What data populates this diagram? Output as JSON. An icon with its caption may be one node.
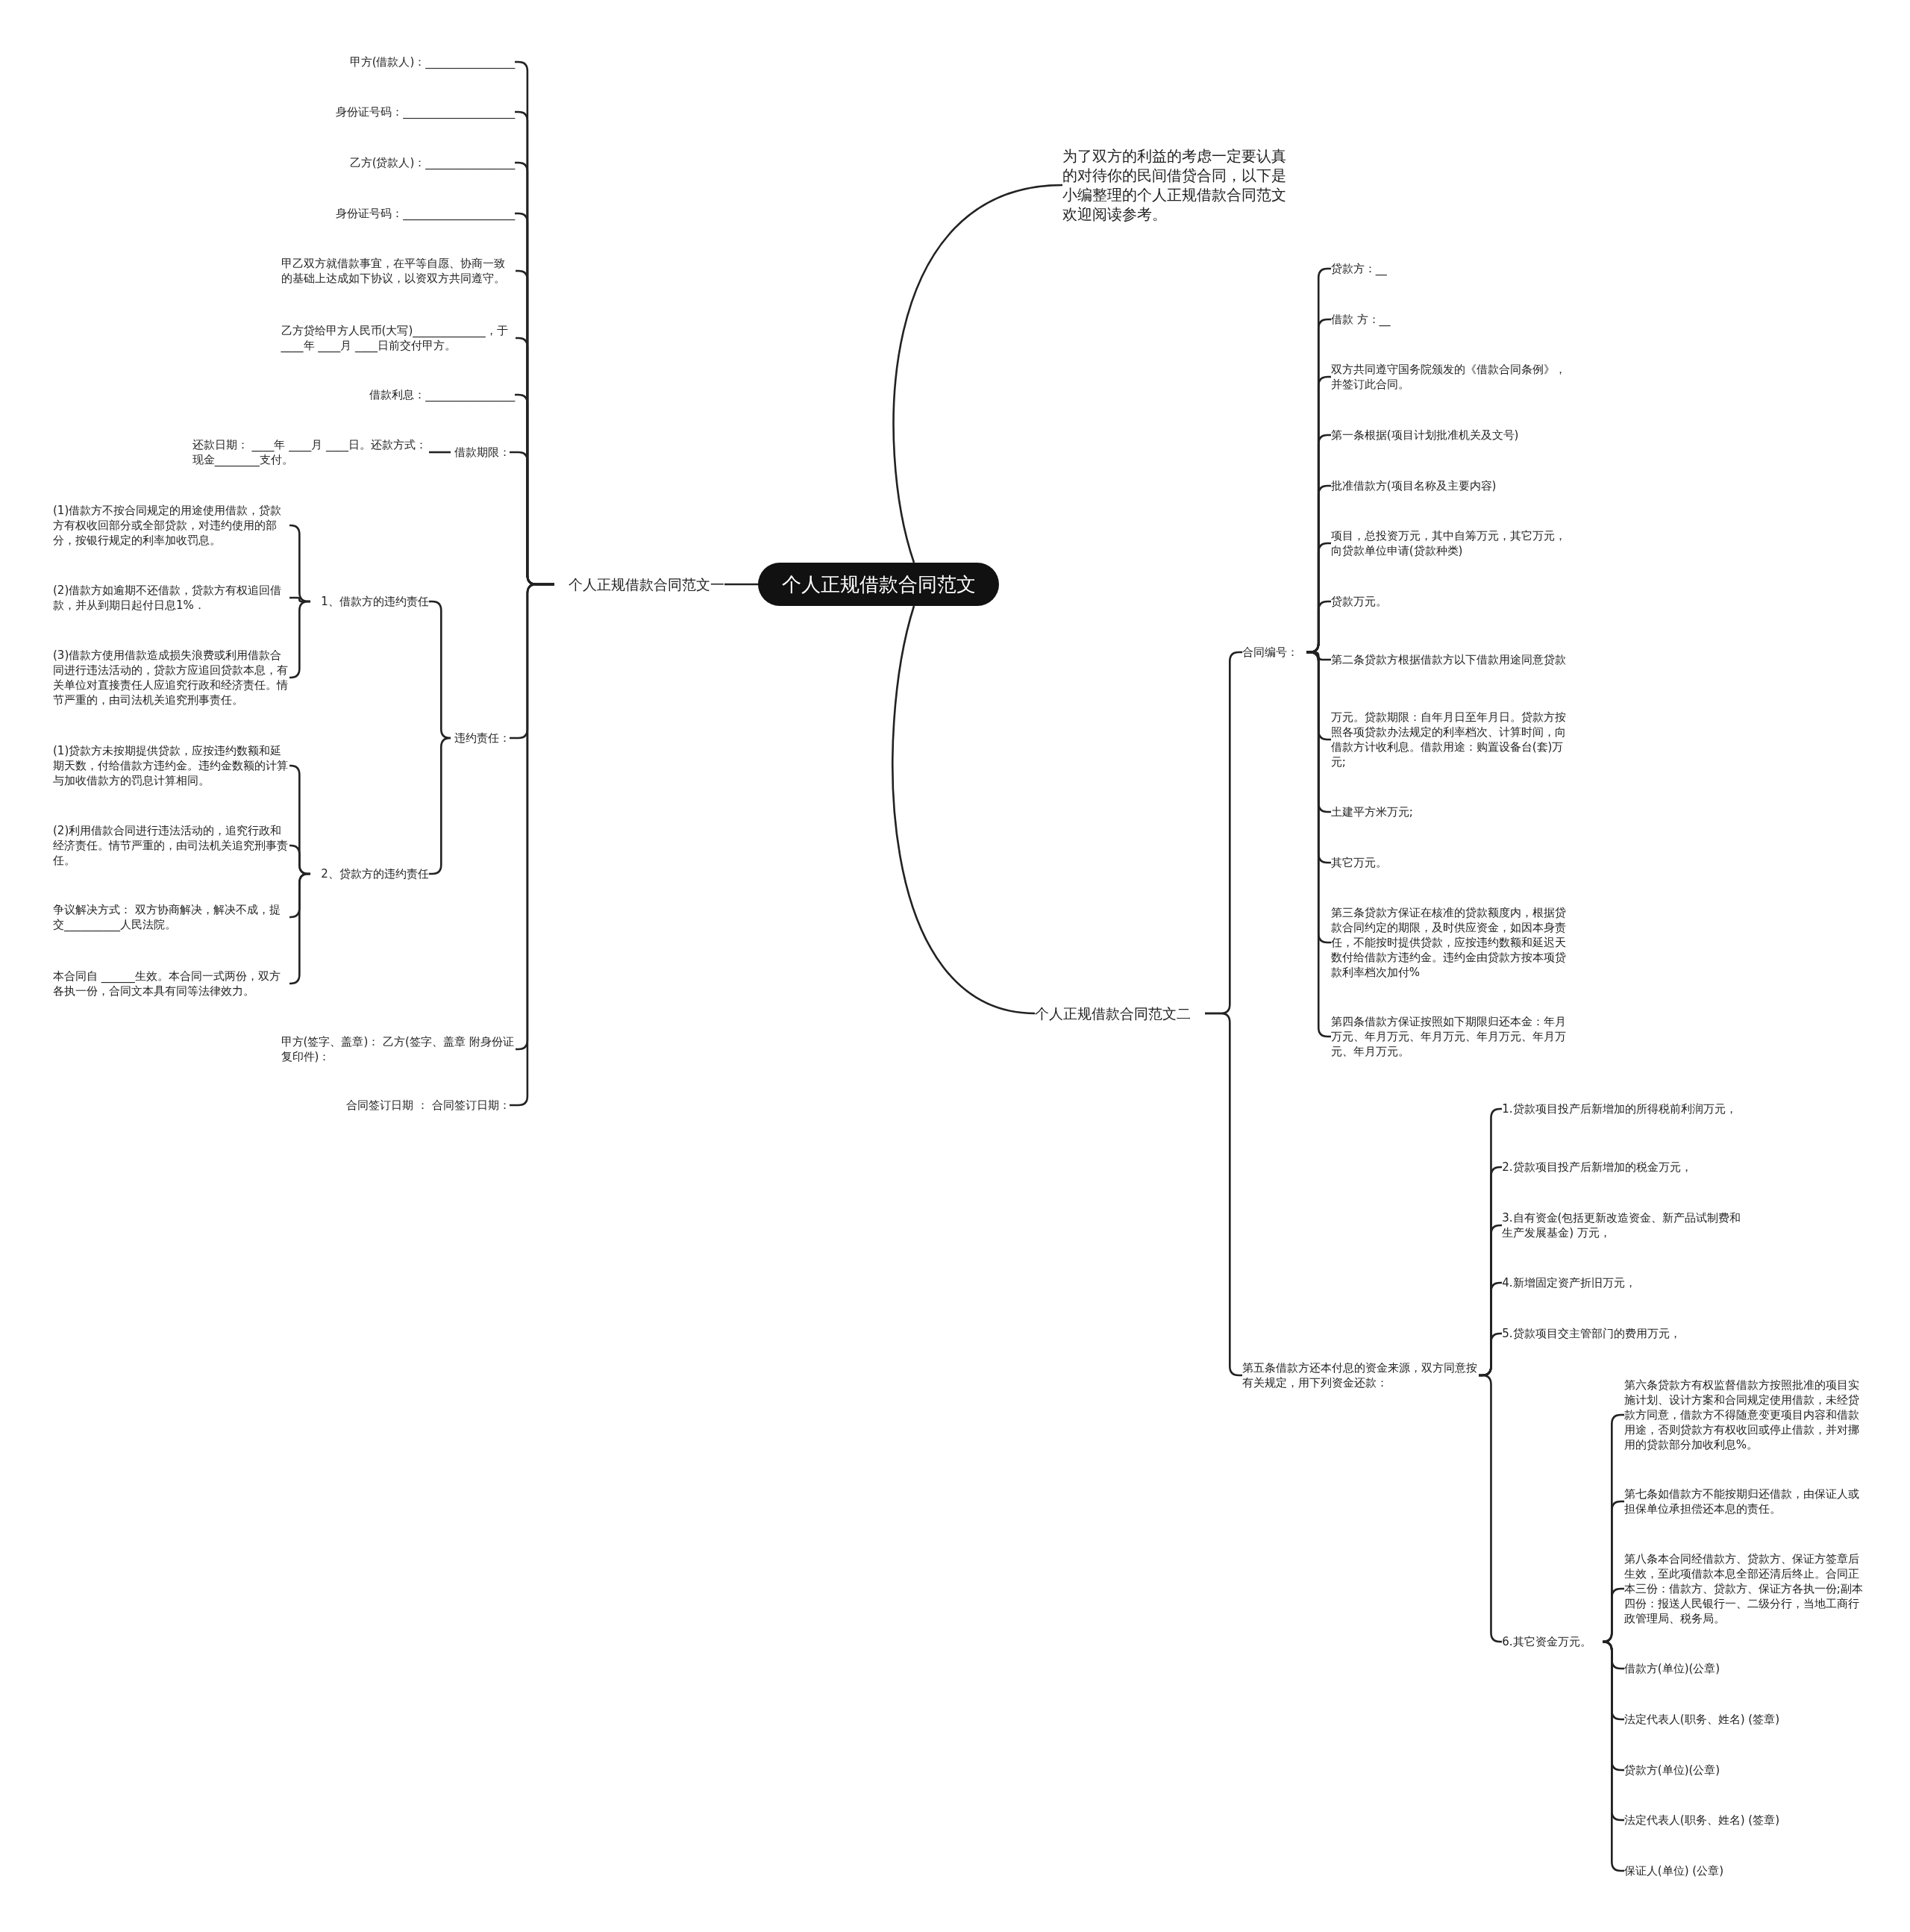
{
  "diagram": {
    "nodes": [
      {
        "text": [
          "个人正规借款合同范文"
        ]
      },
      {
        "text": [
          "个人正规借款合同范文一"
        ]
      },
      {
        "text": [
          "甲方(借款人)：________________"
        ]
      },
      {
        "text": [
          "身份证号码：____________________"
        ]
      },
      {
        "text": [
          "乙方(贷款人)：________________"
        ]
      },
      {
        "text": [
          "身份证号码：____________________"
        ]
      },
      {
        "text": [
          "甲乙双方就借款事宜，在平等自愿、协商一致的基础上达成如下协议，以资双方共同遵守。"
        ]
      },
      {
        "text": [
          "乙方贷给甲方人民币(大写)_____________，于 ____年 ____月 ____日前交付甲方。"
        ]
      },
      {
        "text": [
          "借款利息：________________"
        ]
      },
      {
        "text": [
          "借款期限："
        ]
      },
      {
        "text": [
          "还款日期： ____年 ____月 ____日。还款方式：现金________支付。"
        ]
      },
      {
        "text": [
          "违约责任："
        ]
      },
      {
        "text": [
          "1、借款方的违约责任"
        ]
      },
      {
        "text": [
          "(1)借款方不按合同规定的用途使用借款，贷款方有权收回部分或全部贷款，对违约使用的部分，按银行规定的利率加收罚息。"
        ]
      },
      {
        "text": [
          "(2)借款方如逾期不还借款，贷款方有权追回借款，并从到期日起付日息1%．"
        ]
      },
      {
        "text": [
          "(3)借款方使用借款造成损失浪费或利用借款合同进行违法活动的，贷款方应追回贷款本息，有关单位对直接责任人应追究行政和经济责任。情节严重的，由司法机关追究刑事责任。"
        ]
      },
      {
        "text": [
          "2、贷款方的违约责任"
        ]
      },
      {
        "text": [
          "(1)贷款方未按期提供贷款，应按违约数额和延期天数，付给借款方违约金。违约金数额的计算与加收借款方的罚息计算相同。"
        ]
      },
      {
        "text": [
          "(2)利用借款合同进行违法活动的，追究行政和经济责任。情节严重的，由司法机关追究刑事责任。"
        ]
      },
      {
        "text": [
          "争议解决方式： 双方协商解决，解决不成，提交__________人民法院。"
        ]
      },
      {
        "text": [
          "本合同自 ______生效。本合同一式两份，双方各执一份，合同文本具有同等法律效力。"
        ]
      },
      {
        "text": [
          "甲方(签字、盖章)： 乙方(签字、盖章 附身份证复印件)："
        ]
      },
      {
        "text": [
          "合同签订日期 ： 合同签订日期："
        ]
      },
      {
        "text": [
          "为了双方的利益的考虑一定要认真的对待你的民间借贷合同，以下是小编整理的个人正规借款合同范文欢迎阅读参考。"
        ]
      },
      {
        "text": [
          "个人正规借款合同范文二"
        ]
      },
      {
        "text": [
          "合同编号："
        ]
      },
      {
        "text": [
          "贷款方：__"
        ]
      },
      {
        "text": [
          "借款 方：__"
        ]
      },
      {
        "text": [
          "双方共同遵守国务院颁发的《借款合同条例》，并签订此合同。"
        ]
      },
      {
        "text": [
          "第一条根据(项目计划批准机关及文号)"
        ]
      },
      {
        "text": [
          "批准借款方(项目名称及主要内容)"
        ]
      },
      {
        "text": [
          "项目，总投资万元，其中自筹万元，其它万元，向贷款单位申请(贷款种类)"
        ]
      },
      {
        "text": [
          "贷款万元。"
        ]
      },
      {
        "text": [
          "第二条贷款方根据借款方以下借款用途同意贷款"
        ]
      },
      {
        "text": [
          "万元。贷款期限：自年月日至年月日。贷款方按照各项贷款办法规定的利率档次、计算时间，向借款方计收利息。借款用途：购置设备台(套)万元;"
        ]
      },
      {
        "text": [
          "土建平方米万元;"
        ]
      },
      {
        "text": [
          "其它万元。"
        ]
      },
      {
        "text": [
          "第三条贷款方保证在核准的贷款额度内，根据贷款合同约定的期限，及时供应资金，如因本身责任，不能按时提供贷款，应按违约数额和延迟天数付给借款方违约金。违约金由贷款方按本项贷款利率档次加付%"
        ]
      },
      {
        "text": [
          "第四条借款方保证按照如下期限归还本金：年月万元、年月万元、年月万元、年月万元、年月万元、年月万元。"
        ]
      },
      {
        "text": [
          "第五条借款方还本付息的资金来源，双方同意按有关规定，用下列资金还款："
        ]
      },
      {
        "text": [
          "1.贷款项目投产后新增加的所得税前利润万元，"
        ]
      },
      {
        "text": [
          "2.贷款项目投产后新增加的税金万元，"
        ]
      },
      {
        "text": [
          "3.自有资金(包括更新改造资金、新产品试制费和生产发展基金) 万元，"
        ]
      },
      {
        "text": [
          "4.新增固定资产折旧万元，"
        ]
      },
      {
        "text": [
          "5.贷款项目交主管部门的费用万元，"
        ]
      },
      {
        "text": [
          "6.其它资金万元。"
        ]
      },
      {
        "text": [
          "第六条贷款方有权监督借款方按照批准的项目实施计划、设计方案和合同规定使用借款，未经贷款方同意，借款方不得随意变更项目内容和借款用途，否则贷款方有权收回或停止借款，并对挪用的贷款部分加收利息%。"
        ]
      },
      {
        "text": [
          "第七条如借款方不能按期归还借款，由保证人或担保单位承担偿还本息的责任。"
        ]
      },
      {
        "text": [
          "第八条本合同经借款方、贷款方、保证方签章后生效，至此项借款本息全部还清后终止。合同正本三份：借款方、贷款方、保证方各执一份;副本四份：报送人民银行一、二级分行，当地工商行政管理局、税务局。"
        ]
      },
      {
        "text": [
          "借款方(单位)(公章)"
        ]
      },
      {
        "text": [
          "法定代表人(职务、姓名) (签章)"
        ]
      },
      {
        "text": [
          "贷款方(单位)(公章)"
        ]
      },
      {
        "text": [
          "法定代表人(职务、姓名) (签章)"
        ]
      },
      {
        "text": [
          "保证人(单位) (公章)"
        ]
      }
    ],
    "edges": [
      {
        "from": 0,
        "to": 1,
        "arrow": "none"
      },
      {
        "from": 1,
        "to": 2,
        "arrow": "none"
      },
      {
        "from": 1,
        "to": 3,
        "arrow": "none"
      },
      {
        "from": 1,
        "to": 4,
        "arrow": "none"
      },
      {
        "from": 1,
        "to": 5,
        "arrow": "none"
      },
      {
        "from": 1,
        "to": 6,
        "arrow": "none"
      },
      {
        "from": 1,
        "to": 7,
        "arrow": "none"
      },
      {
        "from": 1,
        "to": 8,
        "arrow": "none"
      },
      {
        "from": 1,
        "to": 9,
        "arrow": "none"
      },
      {
        "from": 9,
        "to": 10,
        "arrow": "none"
      },
      {
        "from": 1,
        "to": 11,
        "arrow": "none"
      },
      {
        "from": 11,
        "to": 12,
        "arrow": "none"
      },
      {
        "from": 12,
        "to": 13,
        "arrow": "none"
      },
      {
        "from": 12,
        "to": 14,
        "arrow": "none"
      },
      {
        "from": 12,
        "to": 15,
        "arrow": "none"
      },
      {
        "from": 11,
        "to": 16,
        "arrow": "none"
      },
      {
        "from": 16,
        "to": 17,
        "arrow": "none"
      },
      {
        "from": 16,
        "to": 18,
        "arrow": "none"
      },
      {
        "from": 16,
        "to": 19,
        "arrow": "none"
      },
      {
        "from": 16,
        "to": 20,
        "arrow": "none"
      },
      {
        "from": 1,
        "to": 21,
        "arrow": "none"
      },
      {
        "from": 1,
        "to": 22,
        "arrow": "none"
      },
      {
        "from": 0,
        "to": 23,
        "arrow": "none"
      },
      {
        "from": 0,
        "to": 24,
        "arrow": "none"
      },
      {
        "from": 24,
        "to": 25,
        "arrow": "none"
      },
      {
        "from": 25,
        "to": 26,
        "arrow": "none"
      },
      {
        "from": 25,
        "to": 27,
        "arrow": "none"
      },
      {
        "from": 25,
        "to": 28,
        "arrow": "none"
      },
      {
        "from": 25,
        "to": 29,
        "arrow": "none"
      },
      {
        "from": 25,
        "to": 30,
        "arrow": "none"
      },
      {
        "from": 25,
        "to": 31,
        "arrow": "none"
      },
      {
        "from": 25,
        "to": 32,
        "arrow": "none"
      },
      {
        "from": 25,
        "to": 33,
        "arrow": "none"
      },
      {
        "from": 25,
        "to": 34,
        "arrow": "none"
      },
      {
        "from": 25,
        "to": 35,
        "arrow": "none"
      },
      {
        "from": 25,
        "to": 36,
        "arrow": "none"
      },
      {
        "from": 25,
        "to": 37,
        "arrow": "none"
      },
      {
        "from": 25,
        "to": 38,
        "arrow": "none"
      },
      {
        "from": 24,
        "to": 39,
        "arrow": "none"
      },
      {
        "from": 39,
        "to": 40,
        "arrow": "none"
      },
      {
        "from": 39,
        "to": 41,
        "arrow": "none"
      },
      {
        "from": 39,
        "to": 42,
        "arrow": "none"
      },
      {
        "from": 39,
        "to": 43,
        "arrow": "none"
      },
      {
        "from": 39,
        "to": 44,
        "arrow": "none"
      },
      {
        "from": 39,
        "to": 45,
        "arrow": "none"
      },
      {
        "from": 45,
        "to": 46,
        "arrow": "none"
      },
      {
        "from": 45,
        "to": 47,
        "arrow": "none"
      },
      {
        "from": 45,
        "to": 48,
        "arrow": "none"
      },
      {
        "from": 45,
        "to": 49,
        "arrow": "none"
      },
      {
        "from": 45,
        "to": 50,
        "arrow": "none"
      },
      {
        "from": 45,
        "to": 51,
        "arrow": "none"
      },
      {
        "from": 45,
        "to": 52,
        "arrow": "none"
      },
      {
        "from": 45,
        "to": 53,
        "arrow": "none"
      }
    ]
  }
}
